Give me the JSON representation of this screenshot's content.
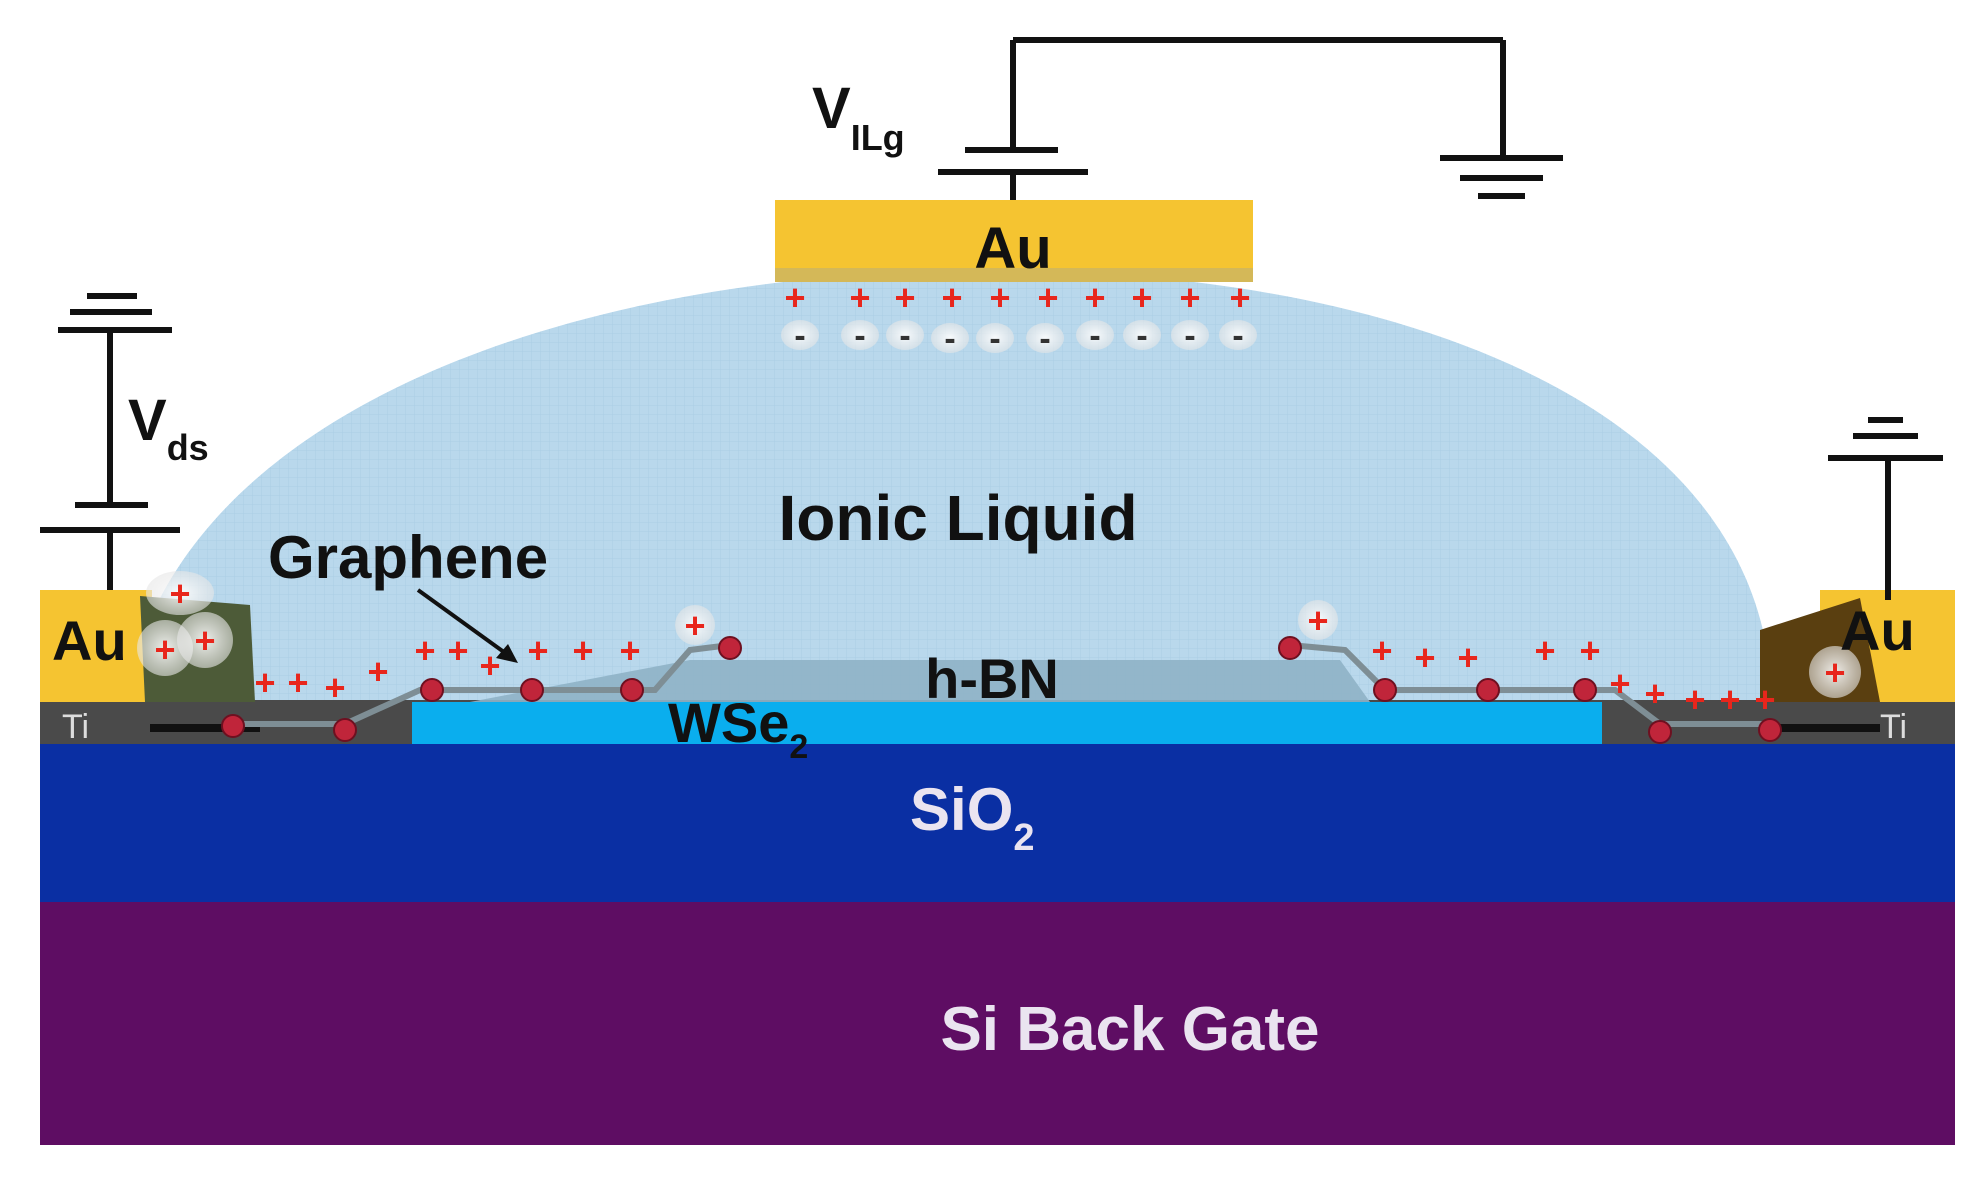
{
  "labels": {
    "gate_voltage": "V",
    "gate_voltage_sub": "ILg",
    "drain_voltage": "V",
    "drain_voltage_sub": "ds",
    "top_electrode": "Au",
    "ionic_liquid": "Ionic Liquid",
    "graphene": "Graphene",
    "hbn": "h-BN",
    "wse2": "WSe",
    "wse2_sub": "2",
    "sio2": "SiO",
    "sio2_sub": "2",
    "back_gate": "Si Back Gate",
    "left_contact": "Au",
    "right_contact": "Au",
    "left_adhesion": "Ti",
    "right_adhesion": "Ti"
  },
  "symbols": {
    "cation": "+",
    "anion": "-"
  },
  "colors": {
    "ionic_liquid": "#b9d8ec",
    "gold": "#f5c431",
    "hbn": "#8fb3c6",
    "wse2": "#0aaeee",
    "sio2": "#0a2fa3",
    "back_gate": "#5e0d63",
    "titanium": "#4a4a4a",
    "electron_dot": "#c0253a",
    "cation": "#e8261c"
  }
}
